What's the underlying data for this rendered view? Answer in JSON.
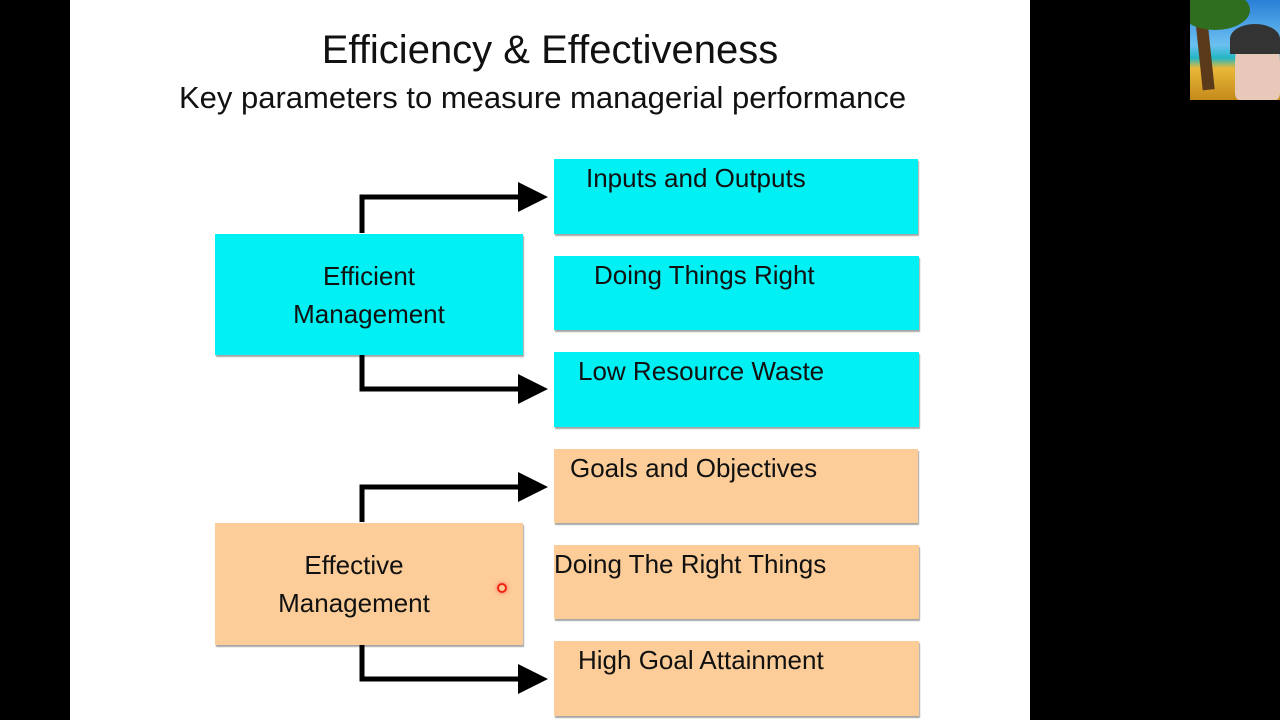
{
  "slide": {
    "title": "Efficiency & Effectiveness",
    "subtitle": "Key parameters to measure managerial performance",
    "colors": {
      "efficient": "#00f0f4",
      "effective": "#fccd98",
      "arrow": "#000000"
    },
    "efficient": {
      "label_line1": "Efficient",
      "label_line2": "Management",
      "items": [
        "Inputs and Outputs",
        "Doing Things Right",
        "Low Resource Waste"
      ]
    },
    "effective": {
      "label_line1": "Effective",
      "label_line2": "Management",
      "items": [
        "Goals and Objectives",
        "Doing The Right Things",
        "High Goal Attainment"
      ]
    }
  },
  "webcam": {
    "icon": "webcam-video-feed"
  },
  "pointer": {
    "icon": "laser-pointer"
  }
}
